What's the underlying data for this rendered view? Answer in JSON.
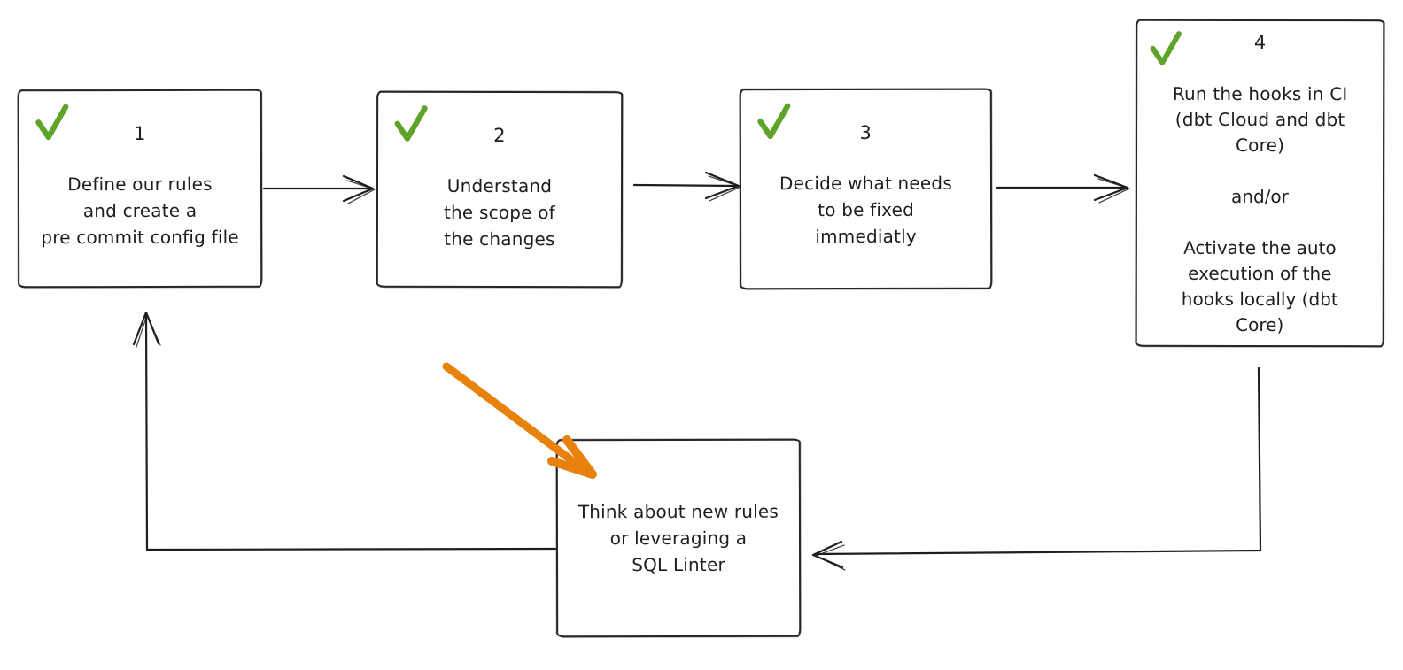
{
  "colors": {
    "ink": "#1e1e1e",
    "check_green": "#5fa32a",
    "arrow_orange": "#e8820c",
    "canvas": "#ffffff"
  },
  "diagram": {
    "steps": [
      {
        "number": "1",
        "checked": true,
        "lines": [
          "Define our rules",
          "and create a",
          "pre commit config file"
        ]
      },
      {
        "number": "2",
        "checked": true,
        "lines": [
          "Understand",
          "the scope of",
          "the changes"
        ]
      },
      {
        "number": "3",
        "checked": true,
        "lines": [
          "Decide what needs",
          "to be fixed",
          "immediatly"
        ]
      },
      {
        "number": "4",
        "checked": true,
        "para1": [
          "Run the hooks in CI",
          "(dbt Cloud and dbt",
          "Core)"
        ],
        "para2": "and/or",
        "para3": [
          "Activate the auto",
          "execution of the",
          "hooks locally (dbt",
          "Core)"
        ]
      }
    ],
    "feedback_box": {
      "lines": [
        "Think about new rules",
        "or leveraging a",
        "SQL Linter"
      ]
    },
    "connections": [
      {
        "from": "step-1",
        "to": "step-2",
        "style": "sketch-black"
      },
      {
        "from": "step-2",
        "to": "step-3",
        "style": "sketch-black"
      },
      {
        "from": "step-3",
        "to": "step-4",
        "style": "sketch-black"
      },
      {
        "from": "step-4",
        "to": "feedback-box",
        "style": "sketch-black-elbow"
      },
      {
        "from": "feedback-box",
        "to": "step-1",
        "style": "sketch-black-elbow"
      },
      {
        "from": "annotation",
        "to": "feedback-box",
        "style": "thick-orange"
      }
    ]
  }
}
